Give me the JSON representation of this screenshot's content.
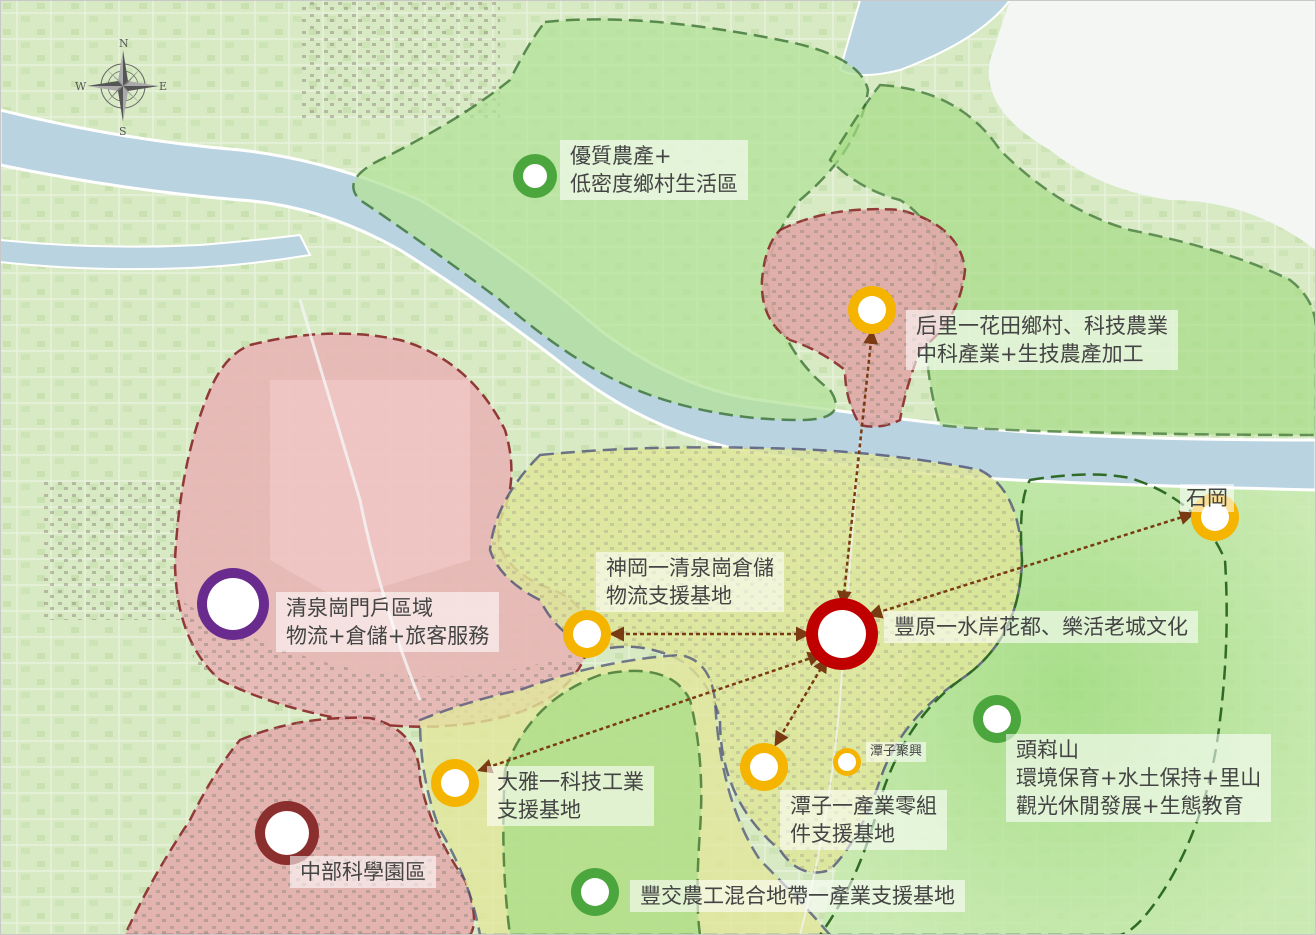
{
  "compass": {
    "n": "N",
    "s": "S",
    "e": "E",
    "w": "W"
  },
  "zones": {
    "north_farm": {
      "lines": [
        "優質農產+",
        "低密度鄉村生活區"
      ]
    },
    "houli": {
      "lines": [
        "后里一花田鄉村、科技農業",
        "中科產業+生技農產加工"
      ]
    },
    "qingquan": {
      "lines": [
        "清泉崗門戶區域",
        "物流+倉儲+旅客服務"
      ]
    },
    "shengang": {
      "lines": [
        "神岡一清泉崗倉儲",
        "物流支援基地"
      ]
    },
    "fengyuan": {
      "lines": [
        "豐原一水岸花都、樂活老城文化"
      ]
    },
    "shigang": {
      "lines": [
        "石岡"
      ]
    },
    "tanzi_xing": {
      "lines": [
        "潭子聚興"
      ]
    },
    "toukeshan": {
      "lines": [
        "頭嵙山",
        "環境保育+水土保持+里山",
        "觀光休閒發展+生態教育"
      ]
    },
    "daya": {
      "lines": [
        "大雅一科技工業",
        "支援基地"
      ]
    },
    "tanzi": {
      "lines": [
        "潭子一產業零組",
        "件支援基地"
      ]
    },
    "science_park": {
      "lines": [
        "中部科學園區"
      ]
    },
    "fengjiao": {
      "lines": [
        "豐交農工混合地帶一產業支援基地"
      ]
    }
  },
  "colors": {
    "river": "#bcd6e2",
    "river_edge": "#ffffff",
    "green_zone": "#c6e7a8",
    "farmland": "#d9ebc7",
    "pink_zone": "#e7b5b3",
    "yellow_zone": "#dde7a0",
    "green_border": "#2f6b26",
    "purple_border": "#575c7a",
    "red_border": "#8a2a2a",
    "node_green": "#4ca63e",
    "node_yellow": "#f5b400",
    "node_red": "#c00000",
    "node_purple": "#6a2b8e",
    "node_maroon": "#8b2e2e",
    "arrow": "#7a3b12"
  }
}
